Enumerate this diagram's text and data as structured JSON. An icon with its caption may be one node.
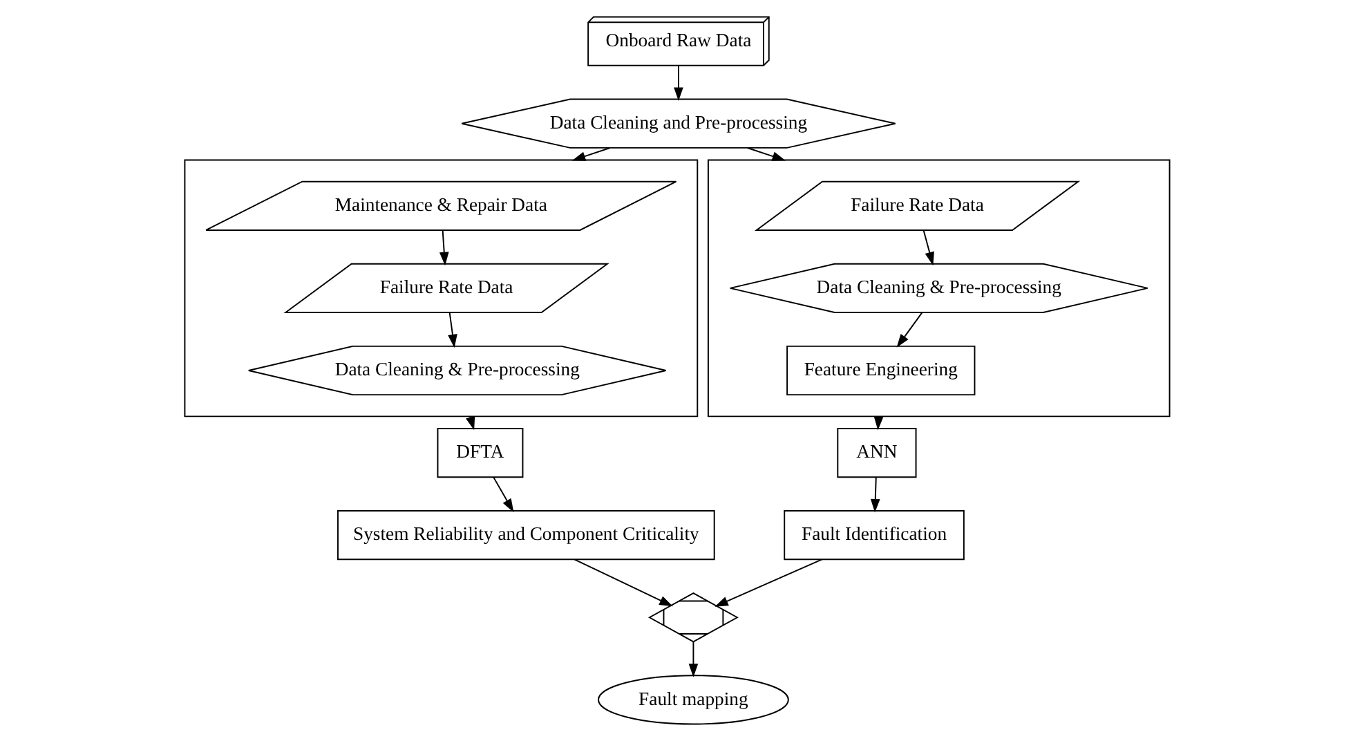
{
  "diagram": {
    "nodes": [
      {
        "text": [
          "Onboard Raw Data"
        ]
      },
      {
        "text": [
          "Data Cleaning and Pre-processing"
        ]
      },
      {
        "text": [],
        "shape": "box"
      },
      {
        "text": [
          "Maintenance & Repair Data"
        ],
        "in": 2
      },
      {
        "text": [
          "Failure Rate Data"
        ],
        "in": 2
      },
      {
        "text": [
          "Data Cleaning & Pre-processing"
        ],
        "in": 2
      },
      {
        "text": [],
        "shape": "box"
      },
      {
        "text": [
          "Failure Rate Data"
        ],
        "in": 6
      },
      {
        "text": [
          "Data Cleaning & Pre-processing"
        ],
        "in": 6
      },
      {
        "text": [
          "Feature Engineering"
        ],
        "in": 6
      },
      {
        "text": [
          "DFTA"
        ]
      },
      {
        "text": [
          "System Reliability and Component Criticality"
        ]
      },
      {
        "text": [
          "ANN"
        ]
      },
      {
        "text": [
          "Fault Identification"
        ]
      },
      {
        "text": [],
        "shape": "bowtie"
      },
      {
        "text": [
          "Fault mapping"
        ]
      }
    ],
    "edges": [
      {
        "from": 0,
        "to": 1,
        "arrow": "to"
      },
      {
        "from": 1,
        "to": 2,
        "arrow": "to"
      },
      {
        "from": 1,
        "to": 6,
        "arrow": "to"
      },
      {
        "from": 3,
        "to": 4,
        "arrow": "to"
      },
      {
        "from": 4,
        "to": 5,
        "arrow": "to"
      },
      {
        "from": 7,
        "to": 8,
        "arrow": "to"
      },
      {
        "from": 8,
        "to": 9,
        "arrow": "to"
      },
      {
        "from": 2,
        "to": 10,
        "arrow": "to"
      },
      {
        "from": 10,
        "to": 11,
        "arrow": "to"
      },
      {
        "from": 6,
        "to": 12,
        "arrow": "to"
      },
      {
        "from": 12,
        "to": 13,
        "arrow": "to"
      },
      {
        "from": 11,
        "to": 14,
        "arrow": "to"
      },
      {
        "from": 13,
        "to": 14,
        "arrow": "to"
      },
      {
        "from": 14,
        "to": 15,
        "arrow": "to"
      }
    ]
  }
}
